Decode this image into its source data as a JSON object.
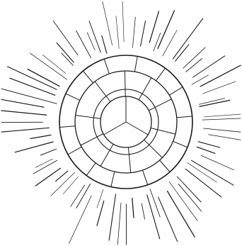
{
  "diagram": {
    "colors": {
      "background": "#ffffff",
      "ink": "#1a1a1a"
    },
    "rings": {
      "outer_ring_segments": 14,
      "middle_ring_segments": 10,
      "core_segments": 3
    },
    "rays": {
      "count": 72,
      "style": "hand-drawn straight lines radiating outward"
    }
  }
}
